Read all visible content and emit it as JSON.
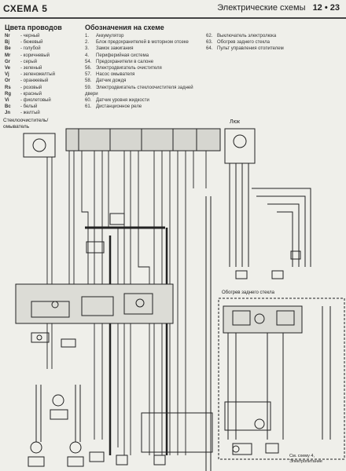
{
  "header": {
    "scheme": "СХЕМА 5",
    "section": "Электрические схемы",
    "page": "12 • 23"
  },
  "wire_colors": {
    "title": "Цвета проводов",
    "items": [
      {
        "code": "Nr",
        "name": "- черный"
      },
      {
        "code": "Bj",
        "name": "- бежевый"
      },
      {
        "code": "Be",
        "name": "- голубой"
      },
      {
        "code": "Mr",
        "name": "- коричневый"
      },
      {
        "code": "Gr",
        "name": "- серый"
      },
      {
        "code": "Ve",
        "name": "- зеленый"
      },
      {
        "code": "Vj",
        "name": "- зеленожелтый"
      },
      {
        "code": "Or",
        "name": "- оранжевый"
      },
      {
        "code": "Rs",
        "name": "- розовый"
      },
      {
        "code": "Rg",
        "name": "- красный"
      },
      {
        "code": "Vi",
        "name": "- фиолетовый"
      },
      {
        "code": "Bc",
        "name": "- белый"
      },
      {
        "code": "Jn",
        "name": "- желтый"
      }
    ]
  },
  "designations": {
    "title": "Обозначения на схеме",
    "col1": [
      {
        "num": "1.",
        "text": "Аккумулятор"
      },
      {
        "num": "2.",
        "text": "Блок предохранителей в моторном отсеке"
      },
      {
        "num": "3.",
        "text": "Замок зажигания"
      },
      {
        "num": "4.",
        "text": "Периферийная система"
      },
      {
        "num": "54.",
        "text": "Предохранители в салоне"
      },
      {
        "num": "56.",
        "text": "Электродвигатель очистителя"
      },
      {
        "num": "57.",
        "text": "Насос омывателя"
      },
      {
        "num": "58.",
        "text": "Датчик дождя"
      },
      {
        "num": "59.",
        "text": "Электродвигатель стеклоочистителя задней двери"
      },
      {
        "num": "60.",
        "text": "Датчик уровня жидкости"
      },
      {
        "num": "61.",
        "text": "Дистанционное реле"
      }
    ],
    "col2": [
      {
        "num": "62.",
        "text": "Выключатель электролюка"
      },
      {
        "num": "63.",
        "text": "Обогрев заднего стекла"
      },
      {
        "num": "64.",
        "text": "Пульт управления отопителем"
      }
    ]
  },
  "diagram": {
    "label_wiper": "Стеклоочиститель/омыватель",
    "label_sunroof": "Люк",
    "label_rear_heat": "Обогрев заднего стекла",
    "note": "См. схему 4, Электропитание"
  }
}
